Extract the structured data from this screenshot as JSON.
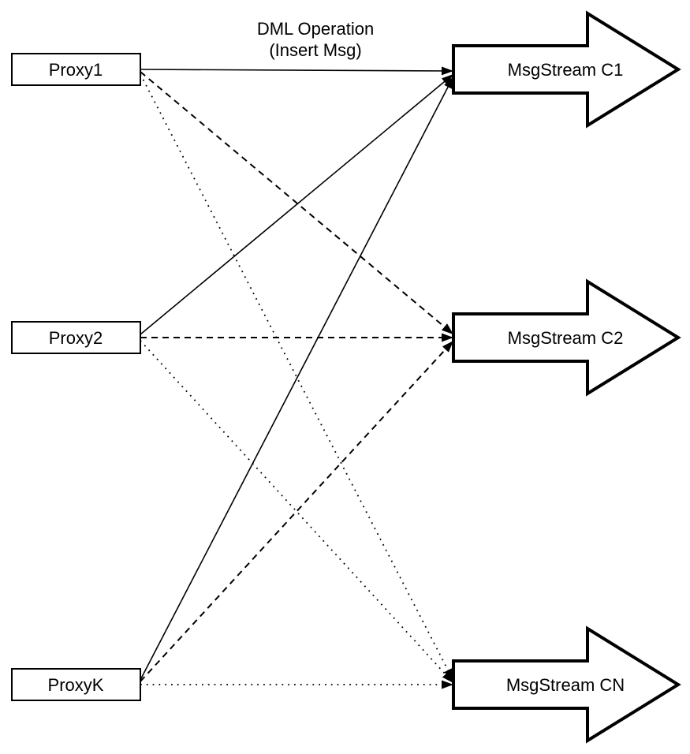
{
  "title": {
    "line1": "DML Operation",
    "line2": "(Insert Msg)"
  },
  "proxies": [
    {
      "label": "Proxy1"
    },
    {
      "label": "Proxy2"
    },
    {
      "label": "ProxyK"
    }
  ],
  "streams": [
    {
      "label": "MsgStream C1"
    },
    {
      "label": "MsgStream C2"
    },
    {
      "label": "MsgStream CN"
    }
  ],
  "edges": [
    {
      "from": "Proxy1",
      "to": "MsgStream C1",
      "style": "solid"
    },
    {
      "from": "Proxy1",
      "to": "MsgStream C2",
      "style": "dashed"
    },
    {
      "from": "Proxy1",
      "to": "MsgStream CN",
      "style": "dotted"
    },
    {
      "from": "Proxy2",
      "to": "MsgStream C1",
      "style": "solid"
    },
    {
      "from": "Proxy2",
      "to": "MsgStream C2",
      "style": "dashed"
    },
    {
      "from": "Proxy2",
      "to": "MsgStream CN",
      "style": "dotted"
    },
    {
      "from": "ProxyK",
      "to": "MsgStream C1",
      "style": "solid"
    },
    {
      "from": "ProxyK",
      "to": "MsgStream C2",
      "style": "dashed"
    },
    {
      "from": "ProxyK",
      "to": "MsgStream CN",
      "style": "dotted"
    }
  ],
  "colors": {
    "background": "#ffffff",
    "stroke": "#000000",
    "shape_fill": "#ffffff",
    "text": "#000000"
  }
}
